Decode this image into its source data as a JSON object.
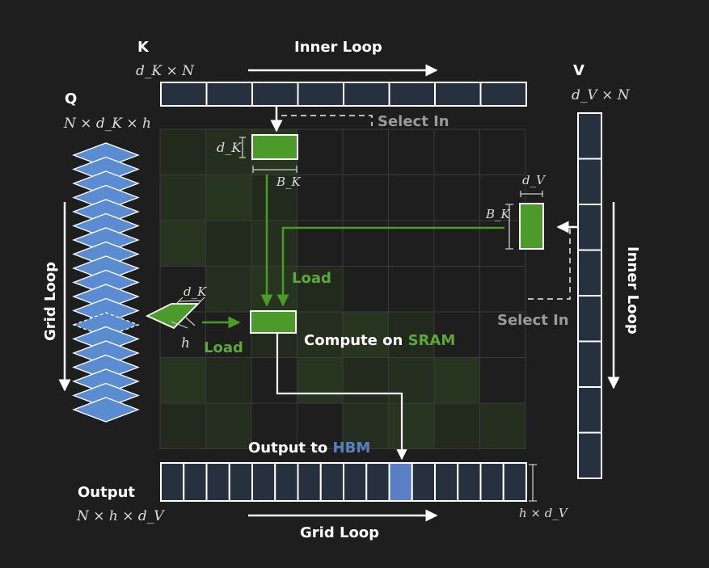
{
  "k": {
    "label": "K",
    "dims": "d_K × N",
    "inner_loop": "Inner Loop",
    "select_in": "Select In"
  },
  "q": {
    "label": "Q",
    "dims": "N × d_K × h",
    "grid_loop": "Grid Loop"
  },
  "v": {
    "label": "V",
    "dims": "d_V × N",
    "inner_loop": "Inner Loop",
    "select_in": "Select In"
  },
  "output": {
    "label": "Output",
    "dims": "N × h × d_V",
    "height_dims": "h × d_V",
    "grid_loop": "Grid Loop"
  },
  "k_block": {
    "height": "d_K",
    "width": "B_K"
  },
  "v_block": {
    "width": "d_V",
    "height": "B_K"
  },
  "q_block": {
    "d": "d_K",
    "h": "h"
  },
  "load_label": "Load",
  "compute": {
    "prefix": "Compute on ",
    "highlight": "SRAM"
  },
  "output_to": {
    "prefix": "Output to ",
    "highlight": "HBM"
  },
  "colors": {
    "background": "#1e1e1e",
    "block_fill": "#26303f",
    "q_blue": "#5b8bd0",
    "hbm_blue": "#5b7fc4",
    "green": "#4c9a2a",
    "green_text": "#5da83a",
    "gray_text": "#9a9a9a",
    "white": "#ffffff"
  }
}
